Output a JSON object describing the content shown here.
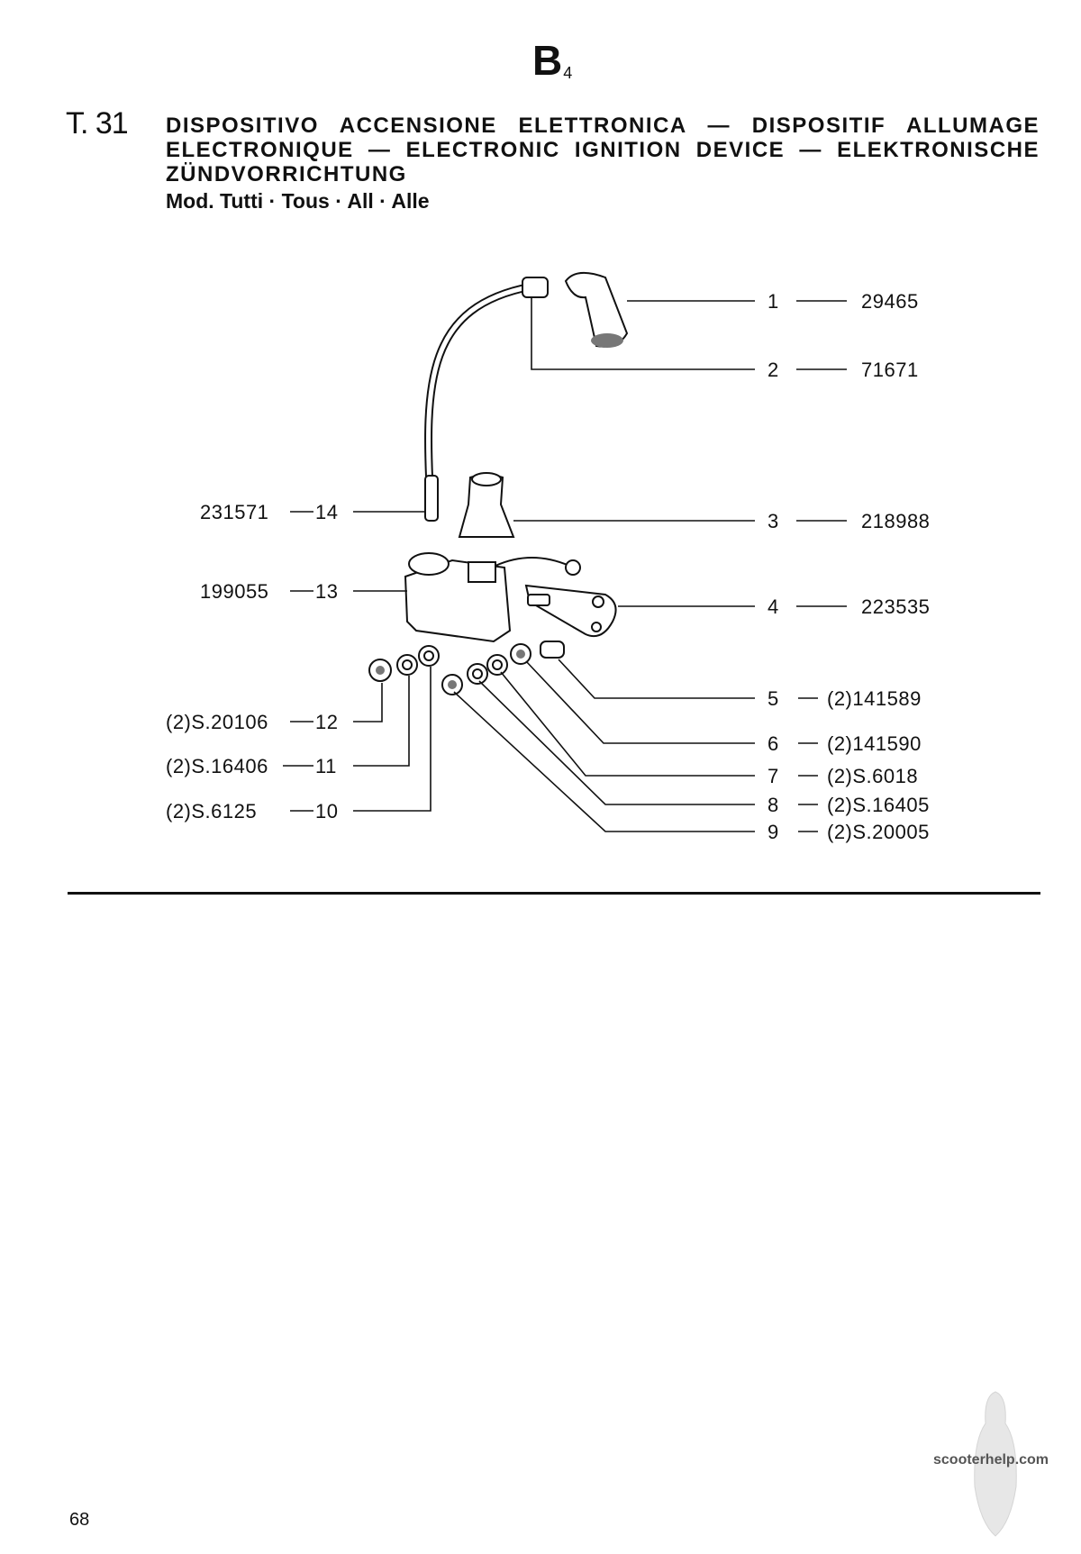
{
  "section": {
    "letter": "B",
    "sub": "4"
  },
  "table_no": "T. 31",
  "title": "DISPOSITIVO ACCENSIONE ELETTRONICA — DISPOSITIF ALLUMAGE ELECTRONIQUE — ELECTRONIC IGNITION DEVICE — ELEKTRONISCHE ZÜNDVORRICHTUNG",
  "models": "Mod. Tutti · Tous · All · Alle",
  "parts_right": [
    {
      "ref": "1",
      "code": "29465"
    },
    {
      "ref": "2",
      "code": "71671"
    },
    {
      "ref": "3",
      "code": "218988"
    },
    {
      "ref": "4",
      "code": "223535"
    },
    {
      "ref": "5",
      "code": "(2)141589"
    },
    {
      "ref": "6",
      "code": "(2)141590"
    },
    {
      "ref": "7",
      "code": "(2)S.6018"
    },
    {
      "ref": "8",
      "code": "(2)S.16405"
    },
    {
      "ref": "9",
      "code": "(2)S.20005"
    }
  ],
  "parts_left": [
    {
      "ref": "14",
      "code": "231571"
    },
    {
      "ref": "13",
      "code": "199055"
    },
    {
      "ref": "12",
      "code": "(2)S.20106"
    },
    {
      "ref": "11",
      "code": "(2)S.16406"
    },
    {
      "ref": "10",
      "code": "(2)S.6125"
    }
  ],
  "page_number": "68",
  "site": "scooterhelp.com"
}
